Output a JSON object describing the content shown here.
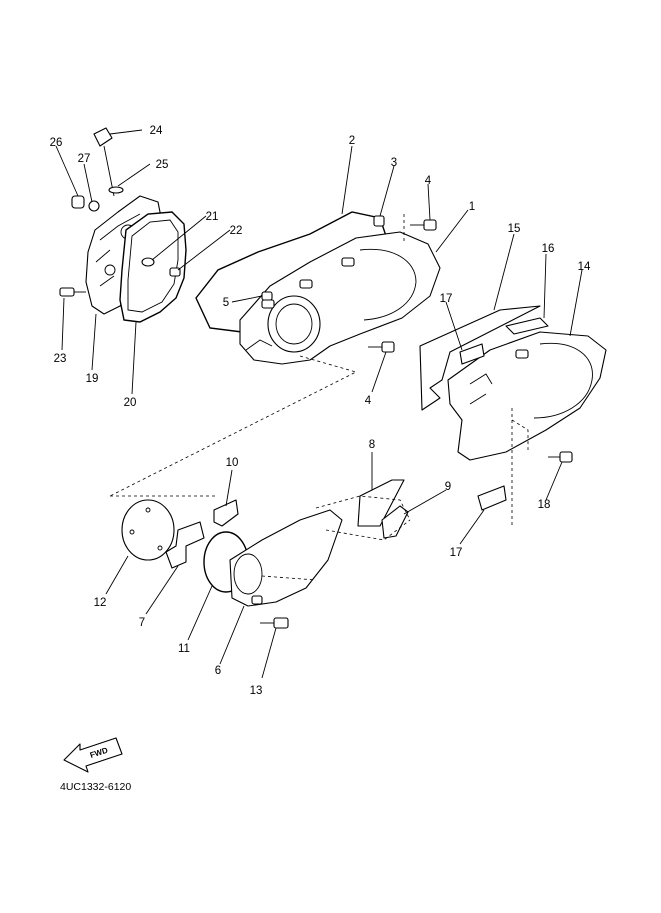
{
  "diagram": {
    "drawing_code": "4UC1332-6120",
    "fwd_label": "FWD",
    "callouts": [
      {
        "id": "c1",
        "label": "1"
      },
      {
        "id": "c2",
        "label": "2"
      },
      {
        "id": "c3",
        "label": "3"
      },
      {
        "id": "c4a",
        "label": "4"
      },
      {
        "id": "c4b",
        "label": "4"
      },
      {
        "id": "c5",
        "label": "5"
      },
      {
        "id": "c6",
        "label": "6"
      },
      {
        "id": "c7",
        "label": "7"
      },
      {
        "id": "c8",
        "label": "8"
      },
      {
        "id": "c9",
        "label": "9"
      },
      {
        "id": "c10",
        "label": "10"
      },
      {
        "id": "c11",
        "label": "11"
      },
      {
        "id": "c12",
        "label": "12"
      },
      {
        "id": "c13",
        "label": "13"
      },
      {
        "id": "c14",
        "label": "14"
      },
      {
        "id": "c15",
        "label": "15"
      },
      {
        "id": "c16",
        "label": "16"
      },
      {
        "id": "c17a",
        "label": "17"
      },
      {
        "id": "c17b",
        "label": "17"
      },
      {
        "id": "c18",
        "label": "18"
      },
      {
        "id": "c19",
        "label": "19"
      },
      {
        "id": "c20",
        "label": "20"
      },
      {
        "id": "c21",
        "label": "21"
      },
      {
        "id": "c22",
        "label": "22"
      },
      {
        "id": "c23",
        "label": "23"
      },
      {
        "id": "c24",
        "label": "24"
      },
      {
        "id": "c25",
        "label": "25"
      },
      {
        "id": "c26",
        "label": "26"
      },
      {
        "id": "c27",
        "label": "27"
      }
    ]
  }
}
